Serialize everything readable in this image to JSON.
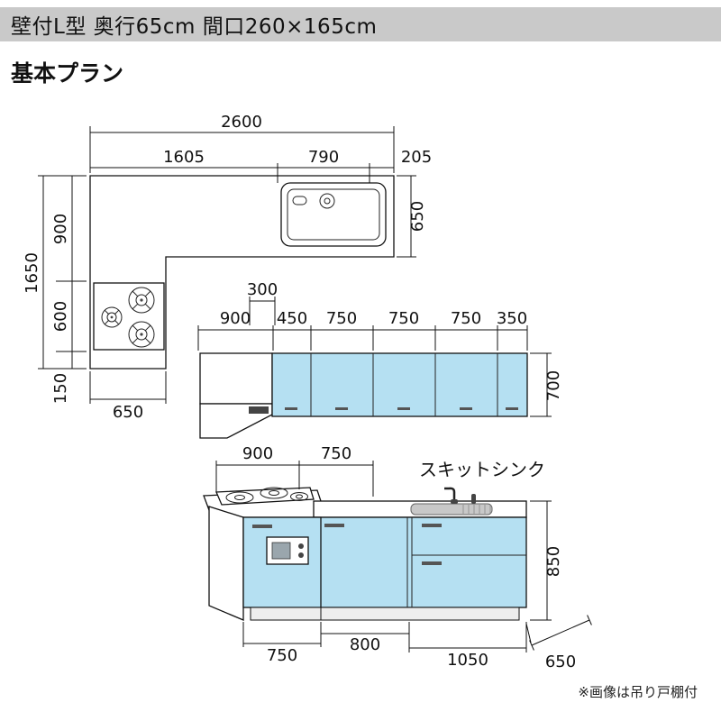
{
  "header": {
    "title": "壁付L型 奥行65cm 間口260×165cm"
  },
  "section": {
    "title": "基本プラン"
  },
  "footnote": "※画像は吊り戸棚付",
  "plan": {
    "total_width": "2600",
    "width_left": "1605",
    "width_sink": "790",
    "width_right": "205",
    "counter_depth": "650",
    "total_depth": "1650",
    "depth_top": "900",
    "depth_mid": "600",
    "depth_bottom": "150",
    "leg_width": "650"
  },
  "wall": {
    "clearance": "300",
    "widths": [
      "900",
      "450",
      "750",
      "750",
      "750",
      "350"
    ],
    "height": "700"
  },
  "persp": {
    "top_widths": [
      "900",
      "750"
    ],
    "sink_label": "スキットシンク",
    "height": "850",
    "bottom_widths": [
      "750",
      "800",
      "1050"
    ],
    "depth": "650"
  },
  "colors": {
    "cabinet_blue": "#b5e0f2",
    "header_gray": "#c9c9c9",
    "sink_gray": "#c8c8c8"
  }
}
